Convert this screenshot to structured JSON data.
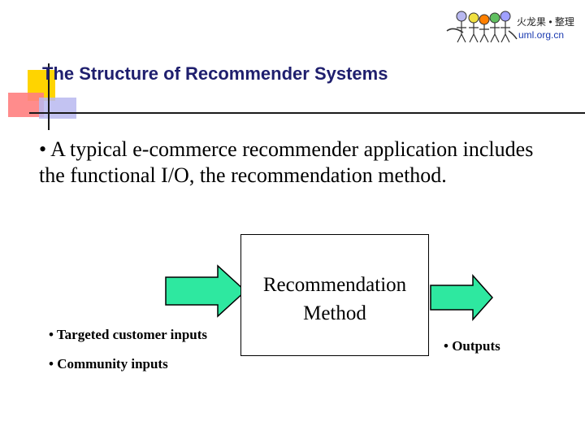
{
  "logo": {
    "line1": "火龙果 • 整理",
    "line2": "uml.org.cn"
  },
  "slide": {
    "title": "The Structure of Recommender Systems",
    "bullet": "• A typical e-commerce recommender application includes the functional I/O, the recommendation method."
  },
  "diagram": {
    "method_line1": "Recommendation",
    "method_line2": "Method",
    "inputs": [
      "• Targeted customer inputs",
      "• Community inputs"
    ],
    "output": "• Outputs"
  },
  "colors": {
    "arrow_fill": "#2ee8a0",
    "title": "#1f1f6e"
  }
}
